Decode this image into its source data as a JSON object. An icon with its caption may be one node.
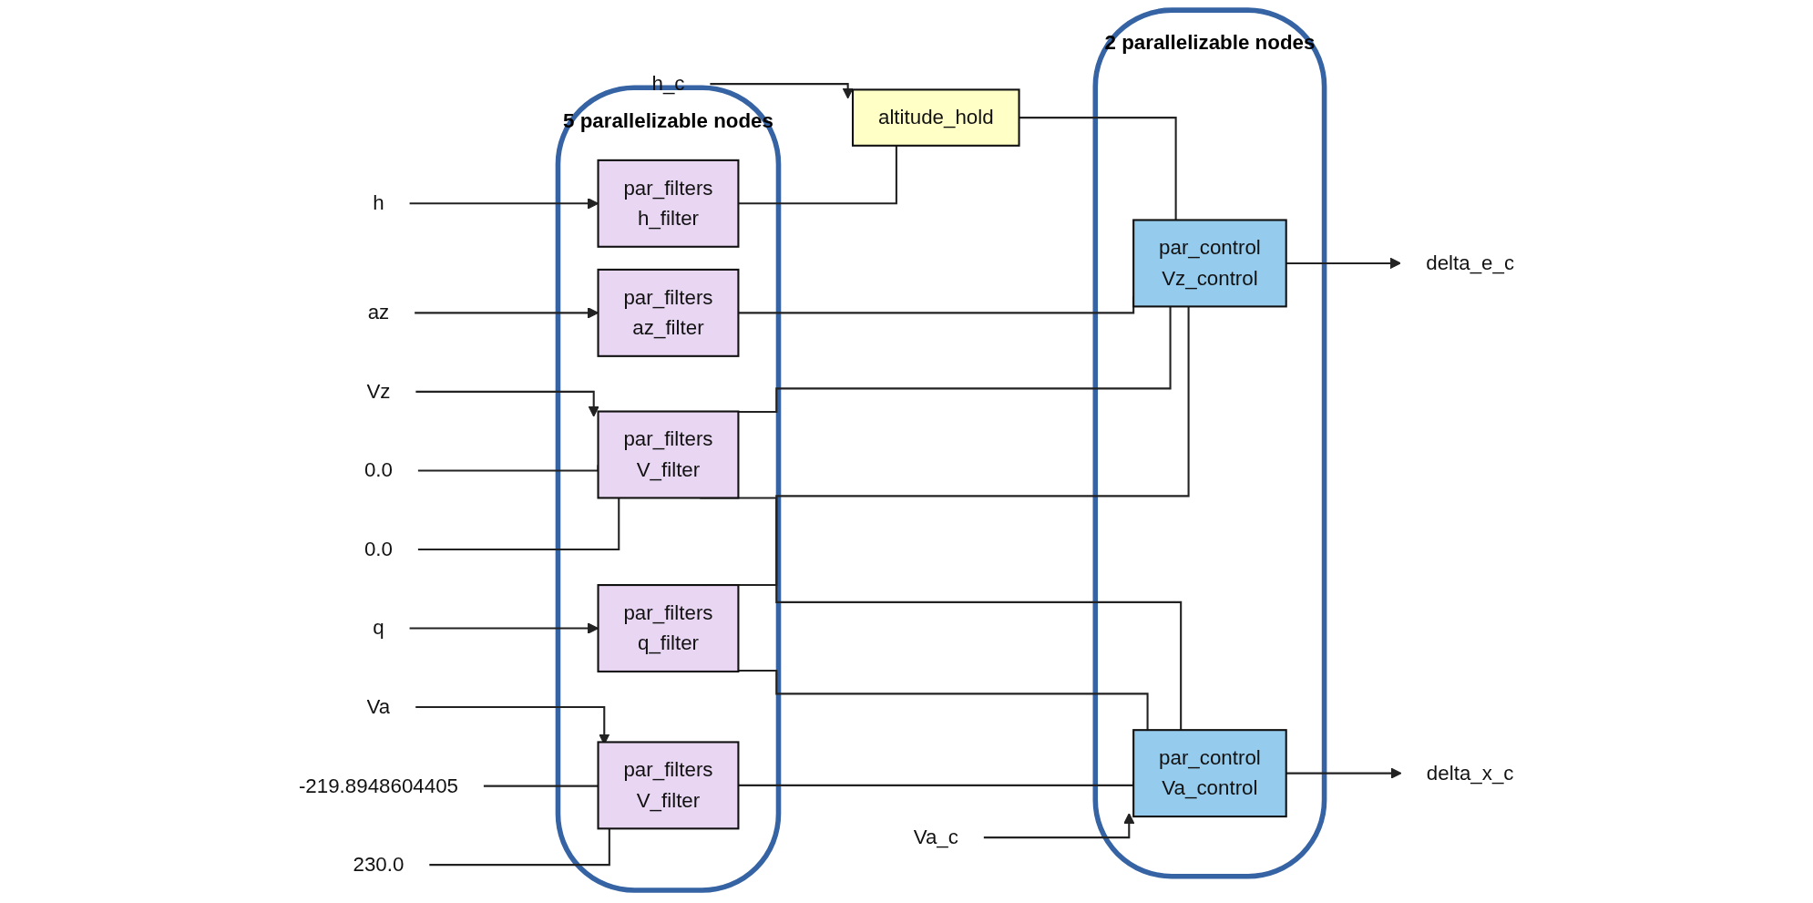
{
  "diagram": {
    "nodes": [
      {
        "text": [
          "5 parallelizable nodes"
        ]
      },
      {
        "text": [
          "par_filters",
          "h_filter"
        ],
        "in": 0
      },
      {
        "text": [
          "par_filters",
          "az_filter"
        ],
        "in": 0
      },
      {
        "text": [
          "par_filters",
          "V_filter"
        ],
        "in": 0
      },
      {
        "text": [
          "par_filters",
          "q_filter"
        ],
        "in": 0
      },
      {
        "text": [
          "par_filters",
          "V_filter"
        ],
        "in": 0
      },
      {
        "text": [
          "h"
        ]
      },
      {
        "text": [
          "az"
        ]
      },
      {
        "text": [
          "Vz"
        ]
      },
      {
        "text": [
          "0.0"
        ]
      },
      {
        "text": [
          "0.0"
        ]
      },
      {
        "text": [
          "q"
        ]
      },
      {
        "text": [
          "Va"
        ]
      },
      {
        "text": [
          "-219.8948604405"
        ]
      },
      {
        "text": [
          "230.0"
        ]
      },
      {
        "text": [
          "h_c"
        ]
      },
      {
        "text": [
          "altitude_hold"
        ]
      },
      {
        "text": [
          "2 parallelizable nodes"
        ]
      },
      {
        "text": [
          "par_control",
          "Vz_control"
        ],
        "in": 17
      },
      {
        "text": [
          "par_control",
          "Va_control"
        ],
        "in": 17
      },
      {
        "text": [
          "Va_c"
        ]
      },
      {
        "text": [
          "delta_e_c"
        ]
      },
      {
        "text": [
          "delta_x_c"
        ]
      }
    ],
    "edges": [
      {
        "from": 6,
        "to": 1,
        "arrow": "to"
      },
      {
        "from": 7,
        "to": 2,
        "arrow": "to"
      },
      {
        "from": 8,
        "to": 3,
        "arrow": "to"
      },
      {
        "from": 9,
        "to": 3,
        "arrow": "none"
      },
      {
        "from": 10,
        "to": 3,
        "arrow": "none"
      },
      {
        "from": 11,
        "to": 4,
        "arrow": "to"
      },
      {
        "from": 12,
        "to": 5,
        "arrow": "to"
      },
      {
        "from": 13,
        "to": 5,
        "arrow": "none"
      },
      {
        "from": 14,
        "to": 5,
        "arrow": "none"
      },
      {
        "from": 15,
        "to": 16,
        "arrow": "to"
      },
      {
        "from": 1,
        "to": 16,
        "arrow": "none"
      },
      {
        "from": 16,
        "to": 18,
        "arrow": "none"
      },
      {
        "from": 2,
        "to": 18,
        "arrow": "none"
      },
      {
        "from": 3,
        "to": 18,
        "arrow": "none"
      },
      {
        "from": 4,
        "to": 18,
        "arrow": "none"
      },
      {
        "from": 3,
        "to": 19,
        "arrow": "none"
      },
      {
        "from": 4,
        "to": 19,
        "arrow": "none"
      },
      {
        "from": 5,
        "to": 19,
        "arrow": "none"
      },
      {
        "from": 20,
        "to": 19,
        "arrow": "to"
      },
      {
        "from": 18,
        "to": 21,
        "arrow": "to"
      },
      {
        "from": 19,
        "to": 22,
        "arrow": "to"
      }
    ]
  }
}
